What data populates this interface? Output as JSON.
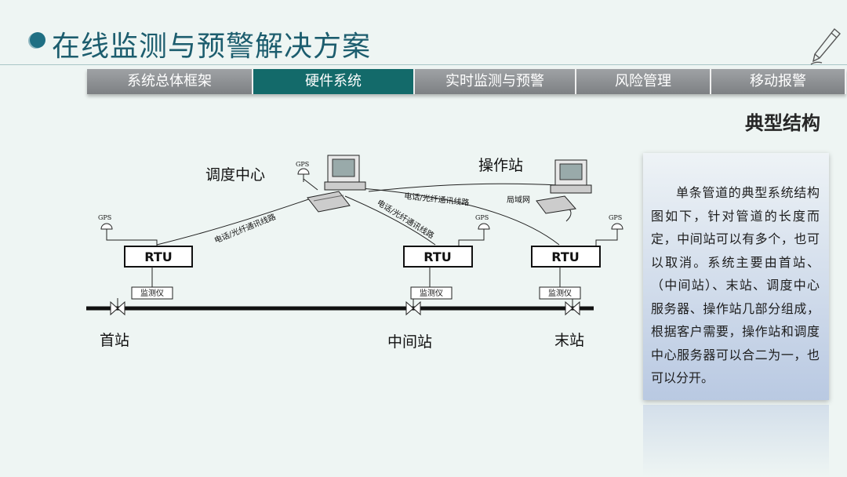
{
  "title": "在线监测与预警解决方案",
  "tabs": [
    {
      "label": "系统总体框架",
      "active": false
    },
    {
      "label": "硬件系统",
      "active": true
    },
    {
      "label": "实时监测与预警",
      "active": false
    },
    {
      "label": "风险管理",
      "active": false
    },
    {
      "label": "移动报警",
      "active": false
    }
  ],
  "section_title": "典型结构",
  "diagram": {
    "dispatch_center": "调度中心",
    "operator_station": "操作站",
    "gps": "GPS",
    "rtu": "RTU",
    "monitor": "监测仪",
    "lan": "局域网",
    "comm_line": "电话/光纤通讯线路",
    "first_station": "首站",
    "middle_station": "中间站",
    "end_station": "末站"
  },
  "description": "单条管道的典型系统结构图如下，针对管道的长度而定，中间站可以有多个，也可以取消。系统主要由首站、（中间站）、末站、调度中心服务器、操作站几部分组成，根据客户需要，操作站和调度中心服务器可以合二为一，也可以分开。",
  "colors": {
    "accent": "#136a6a",
    "title": "#1c5d6e",
    "tab_inactive": "#8e9194"
  }
}
